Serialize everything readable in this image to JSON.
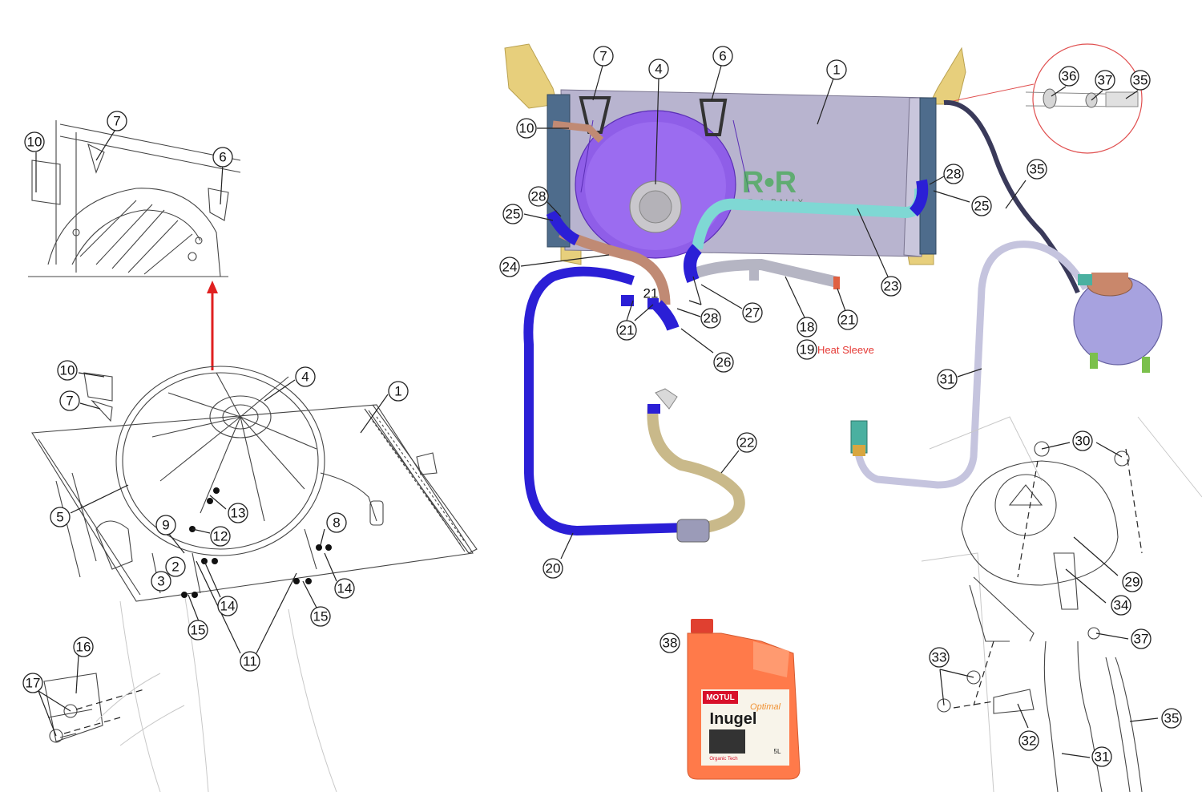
{
  "callouts_left": {
    "inset": [
      "7",
      "10",
      "6"
    ],
    "main": [
      "10",
      "4",
      "1",
      "7",
      "5",
      "13",
      "12",
      "9",
      "8",
      "2",
      "3",
      "14",
      "14",
      "15",
      "15",
      "11"
    ],
    "bracket": [
      "16",
      "17"
    ]
  },
  "callouts_center": [
    "7",
    "4",
    "6",
    "1",
    "10",
    "28",
    "25",
    "24",
    "21",
    "21",
    "28",
    "27",
    "18",
    "21",
    "26",
    "19",
    "23",
    "28",
    "25",
    "22",
    "20",
    "38"
  ],
  "callouts_right": [
    "36",
    "37",
    "35",
    "35",
    "31",
    "30",
    "29",
    "34",
    "37",
    "33",
    "32",
    "35",
    "31"
  ],
  "heat_sleeve_text": "Heat Sleeve",
  "watermark": {
    "letters": "R•R",
    "tagline": "RACE & RALLY"
  },
  "coolant_bottle": {
    "brand": "MOTUL",
    "product": "Inugel",
    "variant": "Optimal",
    "sub": "Organic Tech",
    "volume": "5L"
  },
  "colors": {
    "fan_purple": "#9b6cf0",
    "hose_blue": "#2b1fd6",
    "hose_teal": "#7fd8d4",
    "hose_copper": "#c08a74",
    "hose_gold": "#c9b98a",
    "pipe_silver": "#c5c4de",
    "arrow_red": "#e02020",
    "radiator_grey": "#b8b4cf",
    "bottle_orange": "#ff7a4a"
  }
}
